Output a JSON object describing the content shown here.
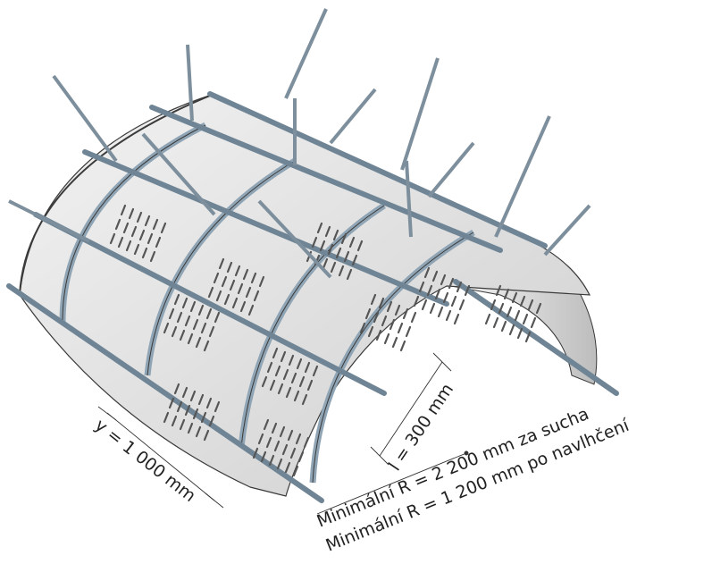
{
  "diagram": {
    "dimension_y": "y = 1 000 mm",
    "dimension_l": "l = 300 mm",
    "radius_dry": "Minimální R = 2 200 mm za sucha",
    "radius_wet": "Minimální R = 1 200 mm po navlhčení"
  },
  "colors": {
    "board": "#e6e6e6",
    "board_shade": "#c9c9c9",
    "profile": "#9fb3c2",
    "outline": "#3a3a3a"
  }
}
